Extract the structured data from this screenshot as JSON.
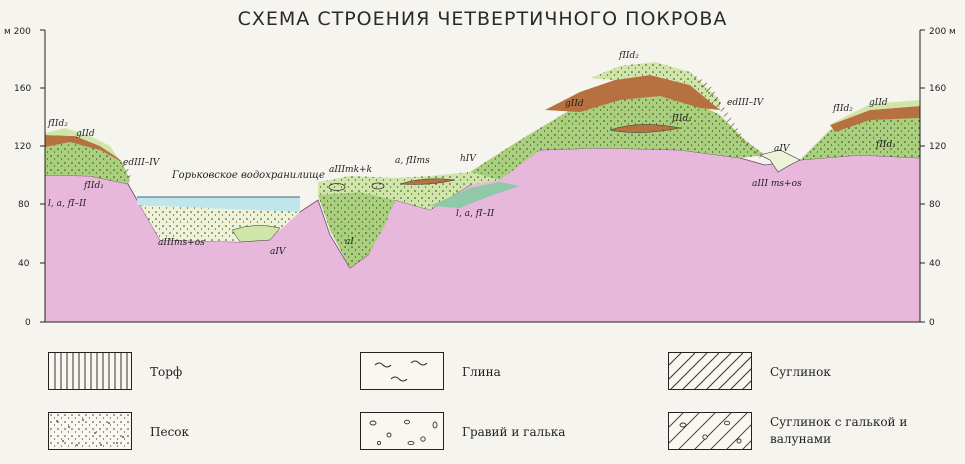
{
  "title": "СХЕМА СТРОЕНИЯ ЧЕТВЕРТИЧНОГО ПОКРОВА",
  "axis": {
    "left_unit": "м 200",
    "right_unit": "200 м",
    "ticks": [
      "160",
      "120",
      "80",
      "40",
      "0"
    ]
  },
  "labels": {
    "fIId2_left": "fIId₂",
    "gIId_left": "gIId",
    "fIId1_left": "fIId₁",
    "edIII_IV_left": "edIII–IV",
    "laf_left": "l, a, fI–II",
    "reservoir": "Горьковское водохранилище",
    "aIIIms_os_left": "aIIIms+os",
    "aIV_left": "aIV",
    "aIIImk_k": "aIIImk+k",
    "aI": "aI",
    "afIIms": "a, fIIms",
    "hIV": "hIV",
    "laf_mid": "l, a, fI–II",
    "fIId2_top": "fIId₂",
    "gIId_mid": "gIId",
    "edIII_IV_mid": "edIII–IV",
    "fIId1_mid": "fIId₁",
    "aIV_right": "aIV",
    "aIIIms_os_right": "aIII ms+os",
    "fIId2_right": "fIId₂",
    "gIId_right": "gIId",
    "fIId1_right": "fIId₁"
  },
  "legend": [
    {
      "text": "Торф",
      "pattern": "peat"
    },
    {
      "text": "Глина",
      "pattern": "clay"
    },
    {
      "text": "Суглинок",
      "pattern": "loam"
    },
    {
      "text": "Песок",
      "pattern": "sand"
    },
    {
      "text": "Гравий и галька",
      "pattern": "gravel"
    },
    {
      "text": "Суглинок с галькой и валунами",
      "pattern": "boulder-loam"
    }
  ],
  "colors": {
    "bedrock": "#e8b8dc",
    "green_light": "#cfe6a8",
    "green_mid": "#a9d07c",
    "brown": "#b7703f",
    "water": "#bfe6ea",
    "sand_pale": "#eef3d8"
  }
}
